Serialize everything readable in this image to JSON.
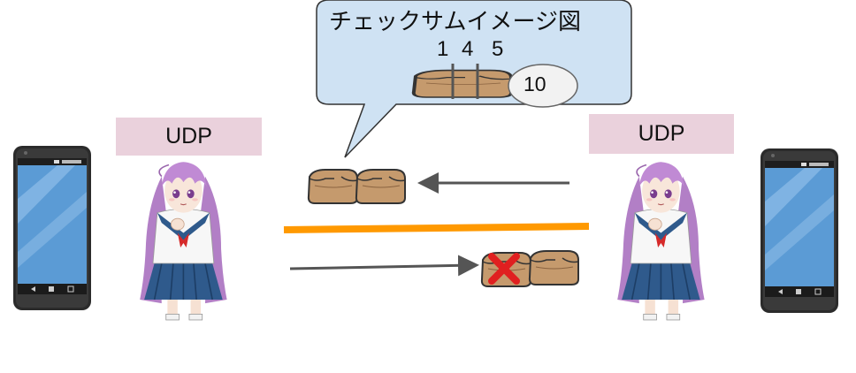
{
  "left_label": "UDP",
  "right_label": "UDP",
  "bubble": {
    "title": "チェックサムイメージ図",
    "digits": [
      "1",
      "4",
      "5"
    ],
    "checksum": "10"
  },
  "colors": {
    "bubble_fill": "#cfe2f3",
    "label_fill": "#ead1dc",
    "divider": "#ff9900",
    "arrow": "#555555",
    "box": "#c59a6d",
    "error_mark": "#e02020"
  },
  "icons": [
    "smartphone-icon",
    "character-illustration",
    "package-box-icon",
    "error-x-icon",
    "arrow-icon"
  ]
}
